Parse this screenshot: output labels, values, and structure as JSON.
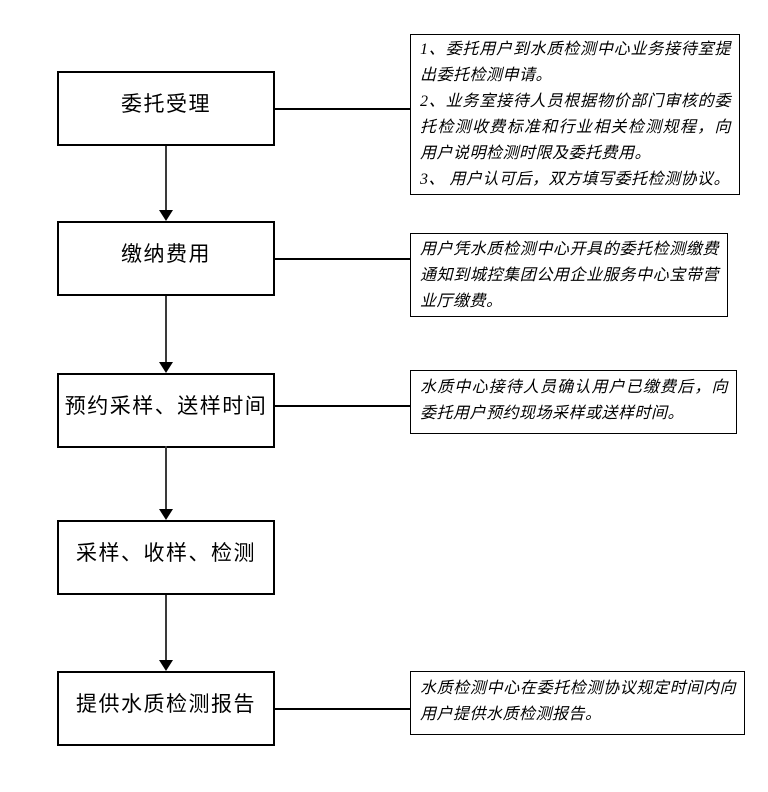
{
  "steps": [
    {
      "label": "委托受理"
    },
    {
      "label": "缴纳费用"
    },
    {
      "label": "预约采样、送样时间"
    },
    {
      "label": "采样、收样、检测"
    },
    {
      "label": "提供水质检测报告"
    }
  ],
  "annotations": [
    {
      "lines": [
        "1、委托用户到水质检测中心业务接待室提出委托检测申请。",
        "2、业务室接待人员根据物价部门审核的委托检测收费标准和行业相关检测规程，向用户说明检测时限及委托费用。",
        "3、 用户认可后，双方填写委托检测协议。"
      ]
    },
    {
      "lines": [
        "用户凭水质检测中心开具的委托检测缴费通知到城控集团公用企业服务中心宝带营业厅缴费。"
      ]
    },
    {
      "lines": [
        "水质中心接待人员确认用户已缴费后，向委托用户预约现场采样或送样时间。"
      ]
    },
    {
      "lines": [
        "水质检测中心在委托检测协议规定时间内向用户提供水质检测报告。"
      ]
    }
  ],
  "colors": {
    "box_border": "#000000",
    "background": "#ffffff",
    "arrow_line": "#3a3a3a",
    "arrow_head": "#000000",
    "text": "#000000"
  }
}
